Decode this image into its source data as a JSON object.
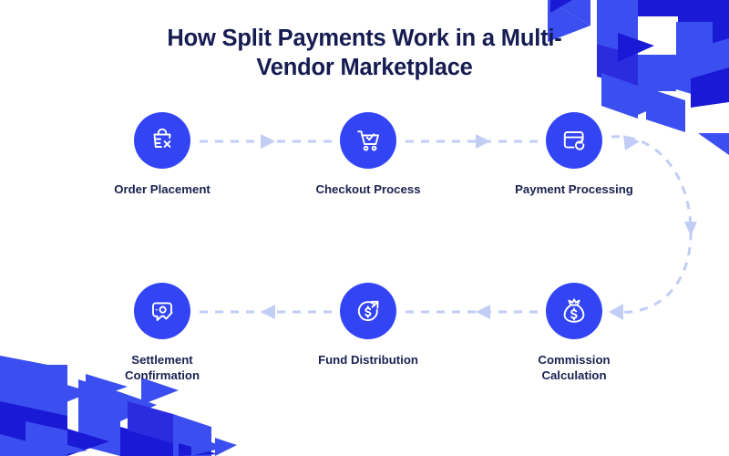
{
  "header": {
    "title": "How Split Payments Work in a Multi-Vendor Marketplace"
  },
  "theme": {
    "background": "#ffffff",
    "circle_fill": "#3344f5",
    "title_color": "#161c51",
    "label_color": "#1a2150",
    "connector_color": "#c2cdf6",
    "deco_blue_light": "#3b4ef0",
    "deco_blue_dark": "#1a1ad6",
    "icon_color": "#ffffff"
  },
  "diagram": {
    "type": "process-flow",
    "direction": "serpentine",
    "rows": 2,
    "columns": 3,
    "steps": [
      {
        "index": 1,
        "label": "Order Placement",
        "icon": "shopping-bag-x-icon",
        "row": 1,
        "column": 1
      },
      {
        "index": 2,
        "label": "Checkout Process",
        "icon": "shopping-cart-check-icon",
        "row": 1,
        "column": 2
      },
      {
        "index": 3,
        "label": "Payment Processing",
        "icon": "credit-card-refresh-icon",
        "row": 1,
        "column": 3
      },
      {
        "index": 4,
        "label": "Commission\nCalculation",
        "icon": "money-bag-dollar-icon",
        "row": 2,
        "column": 3
      },
      {
        "index": 5,
        "label": "Fund Distribution",
        "icon": "dollar-circle-arrow-icon",
        "row": 2,
        "column": 2
      },
      {
        "index": 6,
        "label": "Settlement\nConfirmation",
        "icon": "message-check-icon",
        "row": 2,
        "column": 1
      }
    ],
    "connectors": [
      {
        "from": 1,
        "to": 2,
        "style": "dashed",
        "arrow": "right"
      },
      {
        "from": 2,
        "to": 3,
        "style": "dashed",
        "arrow": "right"
      },
      {
        "from": 3,
        "to": 4,
        "style": "dashed-curve",
        "arrow": "down-then-left"
      },
      {
        "from": 4,
        "to": 5,
        "style": "dashed",
        "arrow": "left"
      },
      {
        "from": 5,
        "to": 6,
        "style": "dashed",
        "arrow": "left"
      }
    ]
  }
}
